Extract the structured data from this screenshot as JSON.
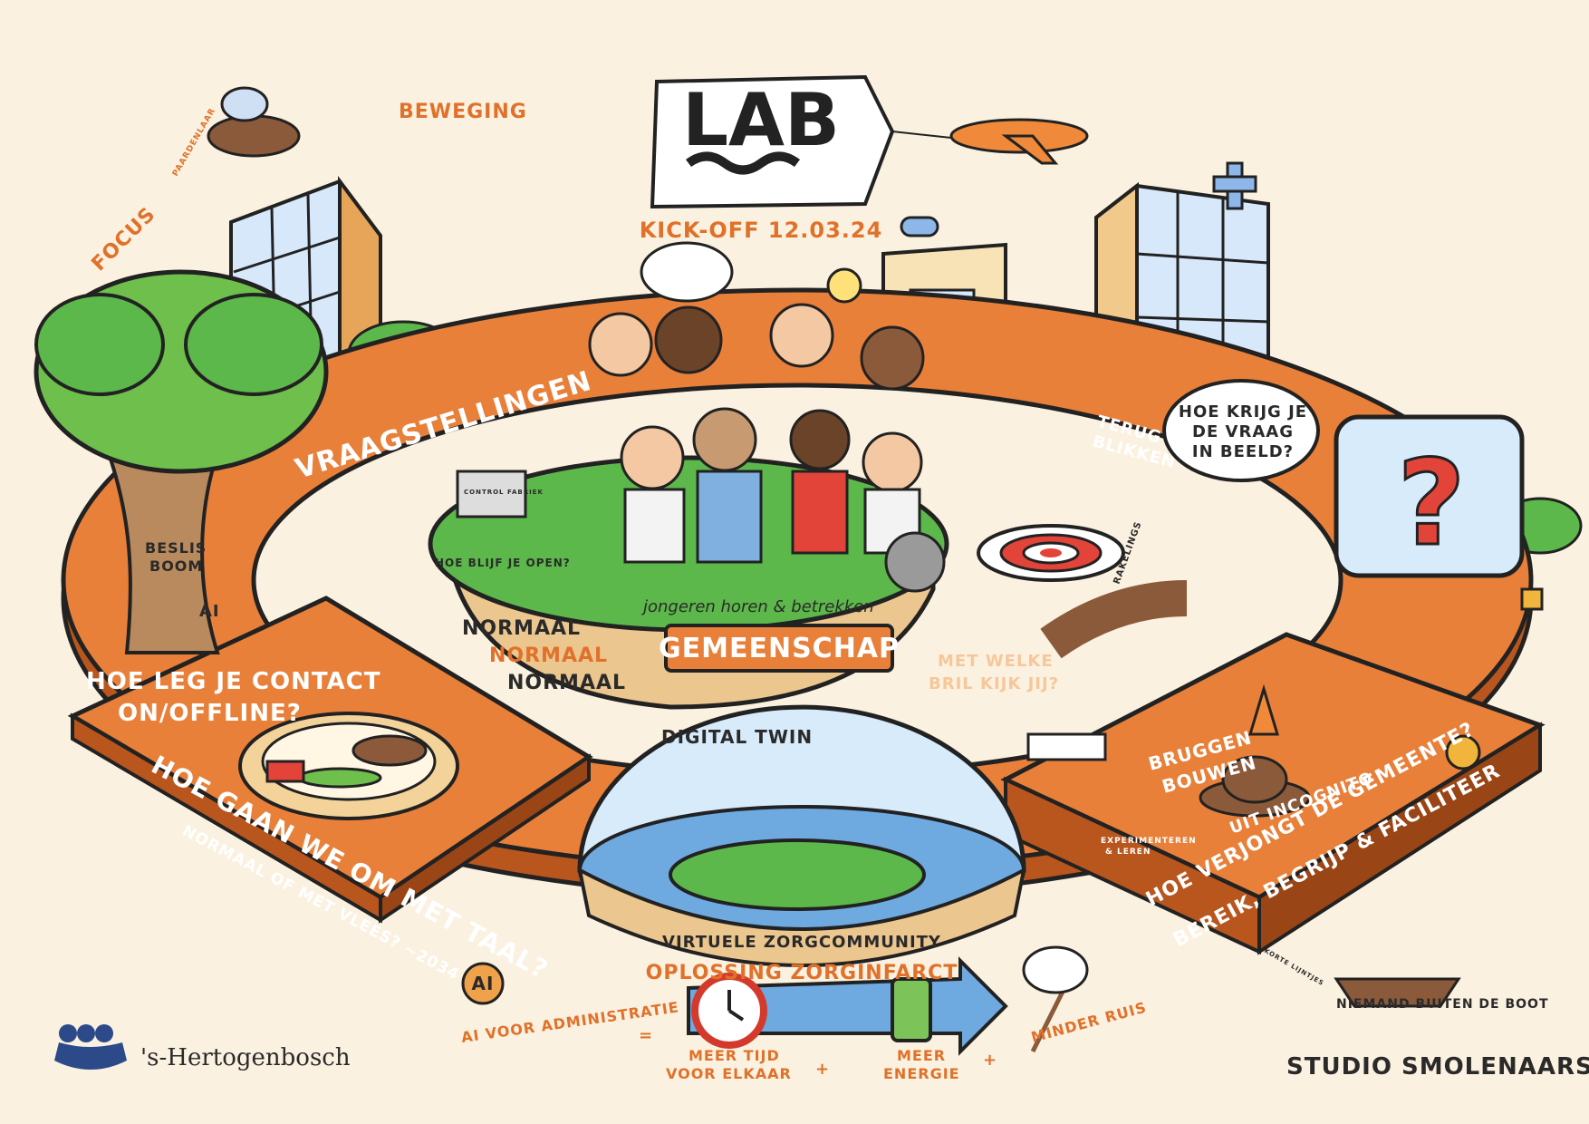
{
  "header": {
    "logo_text": "LAB",
    "kickoff": "KICK-OFF 12.03.24"
  },
  "top_labels": {
    "beweging": "BEWEGING",
    "focus": "FOCUS",
    "paardenlaar": "PAARDENLAAR"
  },
  "ring": {
    "vraagstellingen": "VRAAGSTELLINGEN",
    "terug_blikken_1": "TERUG",
    "terug_blikken_2": "BLIKKEN",
    "hoe_krijg_1": "HOE KRIJG JE",
    "hoe_krijg_2": "DE VRAAG",
    "hoe_krijg_3": "IN BEELD?",
    "hoe_leg_1": "HOE LEG JE CONTACT",
    "hoe_leg_2": "ON/OFFLINE?",
    "hoe_gaan": "HOE GAAN WE OM MET TAAL?",
    "normaal_vlees": "NORMAAL OF MET VLEES? ~2034",
    "hoe_verjongt": "HOE VERJONGT DE GEMEENTE?",
    "bereik": "BEREIK, BEGRIJP & FACILITEER",
    "bruggen_1": "BRUGGEN",
    "bruggen_2": "BOUWEN",
    "uit_incognito": "UIT INCOGNITO",
    "experimenteren_1": "EXPERIMENTEREN",
    "experimenteren_2": "& LEREN"
  },
  "tree": {
    "beslis_1": "BESLIS",
    "beslis_2": "BOOM",
    "ai": "AI"
  },
  "island": {
    "gemeenschap": "GEMEENSCHAP",
    "jongeren": "jongeren horen & betrekken",
    "hoe_blijf": "HOE BLIJF JE OPEN?",
    "normaal_1": "NORMAAL",
    "normaal_2": "NORMAAL",
    "normaal_3": "NORMAAL",
    "met_welke_1": "MET WELKE",
    "met_welke_2": "BRIL KIJK JIJ?",
    "rakelings": "RAKELINGS",
    "control_fabriek": "CONTROL FABRIEK"
  },
  "dome": {
    "digital_twin": "DIGITAL TWIN",
    "virtuele": "VIRTUELE ZORGCOMMUNITY",
    "oplossing": "OPLOSSING ZORGINFARCT"
  },
  "bottom": {
    "ai_label": "AI",
    "ai_admin": "AI VOOR ADMINISTRATIE",
    "equals": "=",
    "meer_tijd_1": "MEER TIJD",
    "meer_tijd_2": "VOOR ELKAAR",
    "plus_1": "+",
    "meer_energie_1": "MEER",
    "meer_energie_2": "ENERGIE",
    "plus_2": "+",
    "minder_ruis": "MINDER RUIS",
    "niemand": "NIEMAND BUITEN DE BOOT",
    "korte_lijntjes": "KORTE LIJNTJES"
  },
  "footer": {
    "city": "'s-Hertogenbosch",
    "studio": "STUDIO SMOLENAARS"
  },
  "colors": {
    "background": "#fbf1e0",
    "ring_orange": "#e8803a",
    "ring_dark": "#b8561e",
    "grass": "#5cb84a",
    "sky_blue": "#bcd9f5",
    "tree_green": "#6fbf4c"
  },
  "icons": [
    "pegasus-icon",
    "airplane-icon",
    "lightbulb-icon",
    "question-icon",
    "padlock-icon",
    "clock-icon",
    "battery-icon",
    "net-icon",
    "boat-icon",
    "target-icon",
    "factory-icon",
    "hat-icon",
    "snail-icon",
    "traffic-cone-icon",
    "barrier-icon",
    "bridge-icon"
  ]
}
